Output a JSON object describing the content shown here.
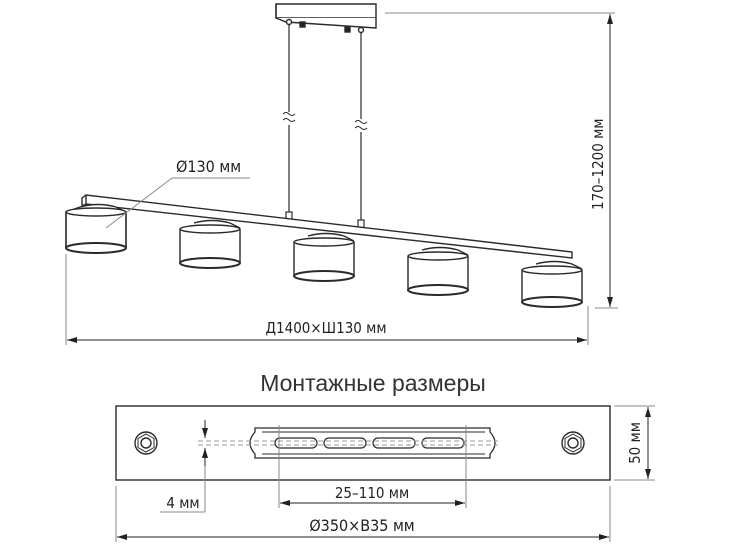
{
  "diagram": {
    "type": "technical-drawing",
    "subject": "5-lamp linear pendant light with mounting plate",
    "main_view": {
      "shade_diameter_label": "Ø130 мм",
      "height_label": "170–1200 мм",
      "length_label": "Д1400×Ш130 мм",
      "lamp_count": 5
    },
    "mounting_view": {
      "title": "Монтажные размеры",
      "plate_height_label": "50 мм",
      "slot_width_label": "4 мм",
      "slot_range_label": "25–110 мм",
      "overall_label": "Ø350×В35 мм"
    },
    "colors": {
      "line": "#2a2a2a",
      "dim_line": "#888888",
      "background": "#ffffff"
    }
  }
}
